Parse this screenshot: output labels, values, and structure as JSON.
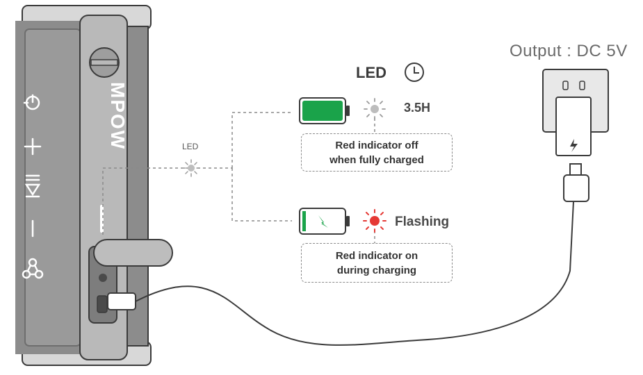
{
  "output": {
    "label": "Output : DC 5V"
  },
  "led_panel": {
    "title": "LED",
    "clock_icon": "clock-icon"
  },
  "full_state": {
    "battery_icon": "battery-full-icon",
    "indicator_icon": "led-off-icon",
    "time": "3.5H",
    "note_line1": "Red indicator off",
    "note_line2": "when fully charged"
  },
  "charging_state": {
    "battery_icon": "battery-charging-icon",
    "indicator_icon": "led-red-icon",
    "status": "Flashing",
    "note_line1": "Red indicator on",
    "note_line2": "during charging"
  },
  "speaker": {
    "brand": "MPOW",
    "led_label": "LED",
    "buttons": [
      "power-icon",
      "plus-icon",
      "play-pause-icon",
      "minus-icon",
      "bluetooth-icon"
    ]
  },
  "colors": {
    "indicator_red": "#e53935",
    "battery_green": "#1aa34a",
    "speaker_gray": "#8c8c8c",
    "outline": "#3a3a3a"
  }
}
